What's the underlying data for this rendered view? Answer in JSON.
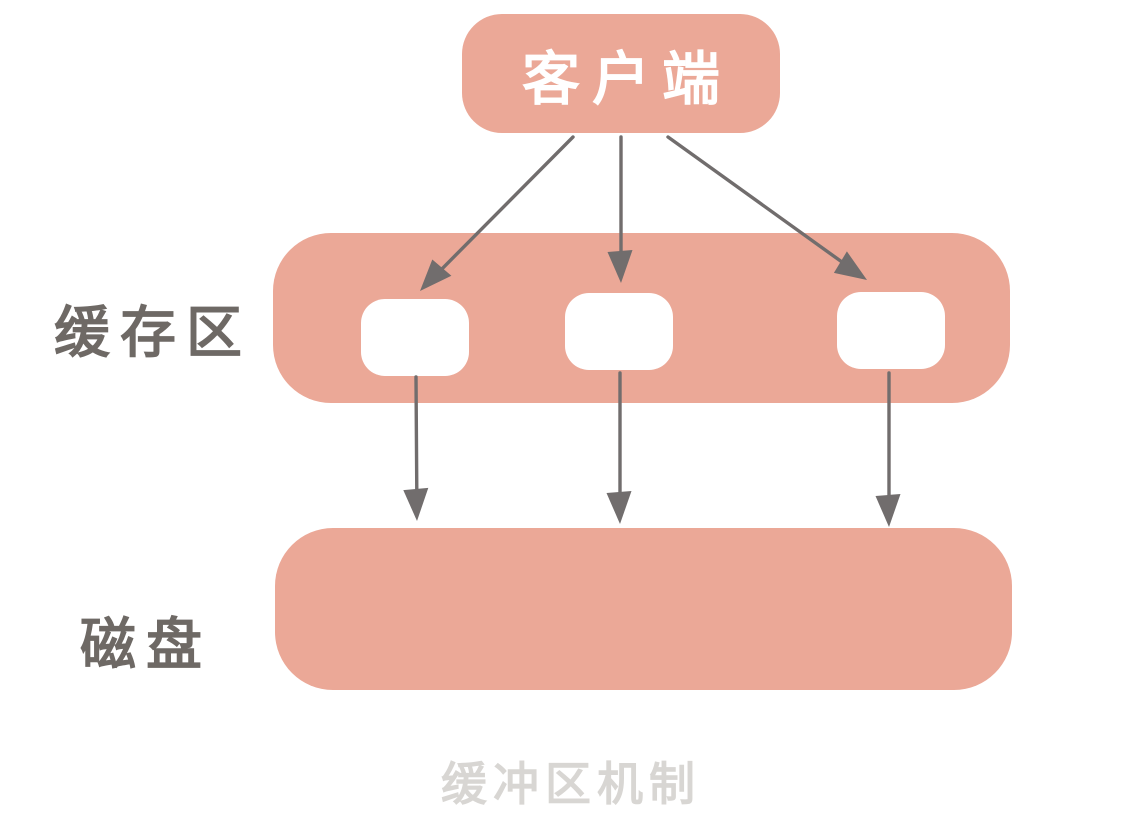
{
  "diagram": {
    "caption": "缓冲区机制",
    "client": {
      "label": "客户端"
    },
    "buffer": {
      "label": "缓存区",
      "slot_count": 3
    },
    "disk": {
      "label": "磁盘"
    },
    "connections": [
      {
        "id": "client-to-buffer-slot-1",
        "from": "client",
        "to": "buffer-slot-1"
      },
      {
        "id": "client-to-buffer-slot-2",
        "from": "client",
        "to": "buffer-slot-2"
      },
      {
        "id": "client-to-buffer-slot-3",
        "from": "client",
        "to": "buffer-slot-3"
      },
      {
        "id": "buffer-slot-1-to-disk",
        "from": "buffer-slot-1",
        "to": "disk"
      },
      {
        "id": "buffer-slot-2-to-disk",
        "from": "buffer-slot-2",
        "to": "disk"
      },
      {
        "id": "buffer-slot-3-to-disk",
        "from": "buffer-slot-3",
        "to": "disk"
      }
    ],
    "colors": {
      "node_fill": "#EBA897",
      "node_label": "#FFFFFF",
      "slot_fill": "#FFFFFF",
      "side_label": "#6E6965",
      "caption": "#D8D6D3",
      "arrow": "#716D6D",
      "background": "#FFFFFF"
    }
  }
}
